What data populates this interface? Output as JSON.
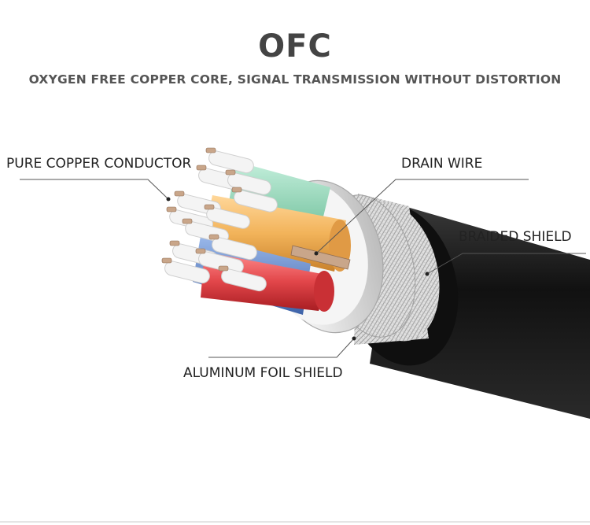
{
  "header": {
    "title": "OFC",
    "subtitle": "OXYGEN FREE COPPER CORE, SIGNAL TRANSMISSION WITHOUT DISTORTION"
  },
  "callouts": {
    "conductor": "PURE COPPER CONDUCTOR",
    "drain": "DRAIN WIRE",
    "braided": "BRAIDED SHIELD",
    "foil": "ALUMINUM FOIL SHIELD"
  },
  "colors": {
    "jacket": "#1c1c1c",
    "braid": "#d8d8d8",
    "foil": "#c9c9c9",
    "core_green": "#8fd4b8",
    "core_orange": "#f2b35a",
    "core_blue": "#5f86c8",
    "core_red": "#e2464a",
    "copper": "#c9a68a",
    "insulation": "#f2f2f2"
  }
}
